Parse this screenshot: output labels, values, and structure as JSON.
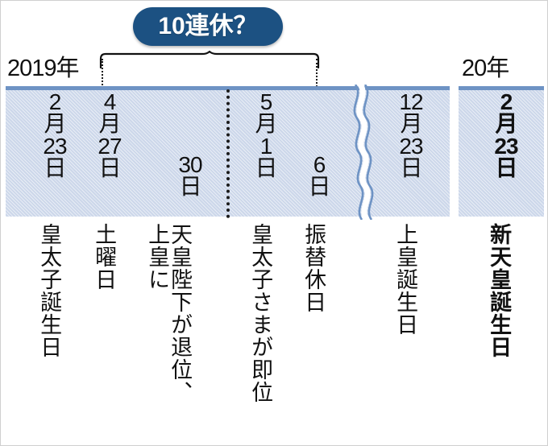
{
  "badge": {
    "label": "10連休？"
  },
  "years": {
    "left": "2019年",
    "right": "20年"
  },
  "colors": {
    "badge_bg": "#1c5182",
    "band_fill": "#ccd7ea",
    "band_top_border": "#6e93c4",
    "text": "#111111"
  },
  "timeline": {
    "entries": [
      {
        "id": "2019-02-23",
        "date_lines": [
          "2",
          "月",
          "23",
          "日"
        ],
        "caption": "皇太子誕生日",
        "caption_extra": null,
        "bold": false
      },
      {
        "id": "2019-04-27",
        "date_lines": [
          "4",
          "月",
          "27",
          "日"
        ],
        "caption": "土曜日",
        "caption_extra": null,
        "bold": false
      },
      {
        "id": "2019-04-30",
        "date_lines": [
          "30",
          "日"
        ],
        "caption": "天皇陛下が退位、",
        "caption_extra": "上皇に",
        "bold": false
      },
      {
        "id": "2019-05-01",
        "date_lines": [
          "5",
          "月",
          "1",
          "日"
        ],
        "caption": "皇太子さまが即位",
        "caption_extra": null,
        "bold": false
      },
      {
        "id": "2019-05-06",
        "date_lines": [
          "6",
          "日"
        ],
        "caption": "振替休日",
        "caption_extra": null,
        "bold": false
      },
      {
        "id": "2019-12-23",
        "date_lines": [
          "12",
          "月",
          "23",
          "日"
        ],
        "caption": "上皇誕生日",
        "caption_extra": null,
        "bold": false
      },
      {
        "id": "2020-02-23",
        "date_lines": [
          "2",
          "月",
          "23",
          "日"
        ],
        "caption": "新天皇誕生日",
        "caption_extra": null,
        "bold": true
      }
    ]
  }
}
